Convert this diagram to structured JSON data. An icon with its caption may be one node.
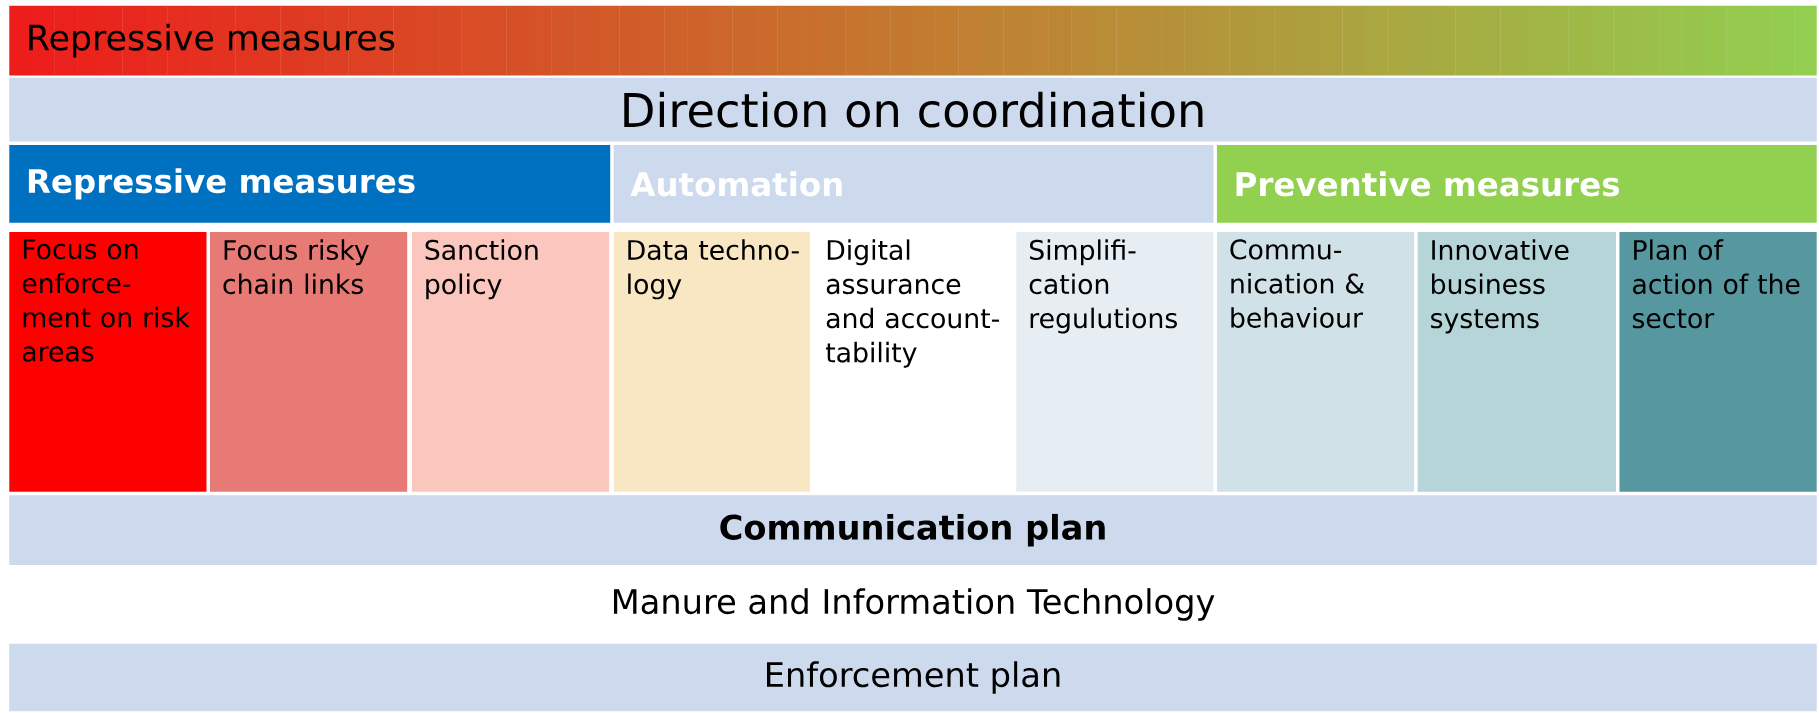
{
  "diagram": {
    "nodes": [
      {
        "text": [
          "Repressive measures"
        ]
      },
      {
        "text": [
          "Direction on coordination"
        ]
      },
      {
        "text": [
          "Repressive measures"
        ]
      },
      {
        "text": [
          "Automation"
        ]
      },
      {
        "text": [
          "Preventive measures"
        ]
      },
      {
        "text": [
          "Focus on enforce-ment on risk areas"
        ]
      },
      {
        "text": [
          "Focus risky chain links"
        ]
      },
      {
        "text": [
          "Sanction policy"
        ]
      },
      {
        "text": [
          "Data techno-logy"
        ]
      },
      {
        "text": [
          "Digital assurance and account-tability"
        ]
      },
      {
        "text": [
          "Simplifi-cation regulutions"
        ]
      },
      {
        "text": [
          "Commu-nication & behaviour"
        ]
      },
      {
        "text": [
          "Innovative business systems"
        ]
      },
      {
        "text": [
          "Plan of action of the sector"
        ]
      },
      {
        "text": [
          "Communication plan"
        ]
      },
      {
        "text": [
          "Manure and Information Technology"
        ]
      },
      {
        "text": [
          "Enforcement plan"
        ]
      }
    ]
  }
}
